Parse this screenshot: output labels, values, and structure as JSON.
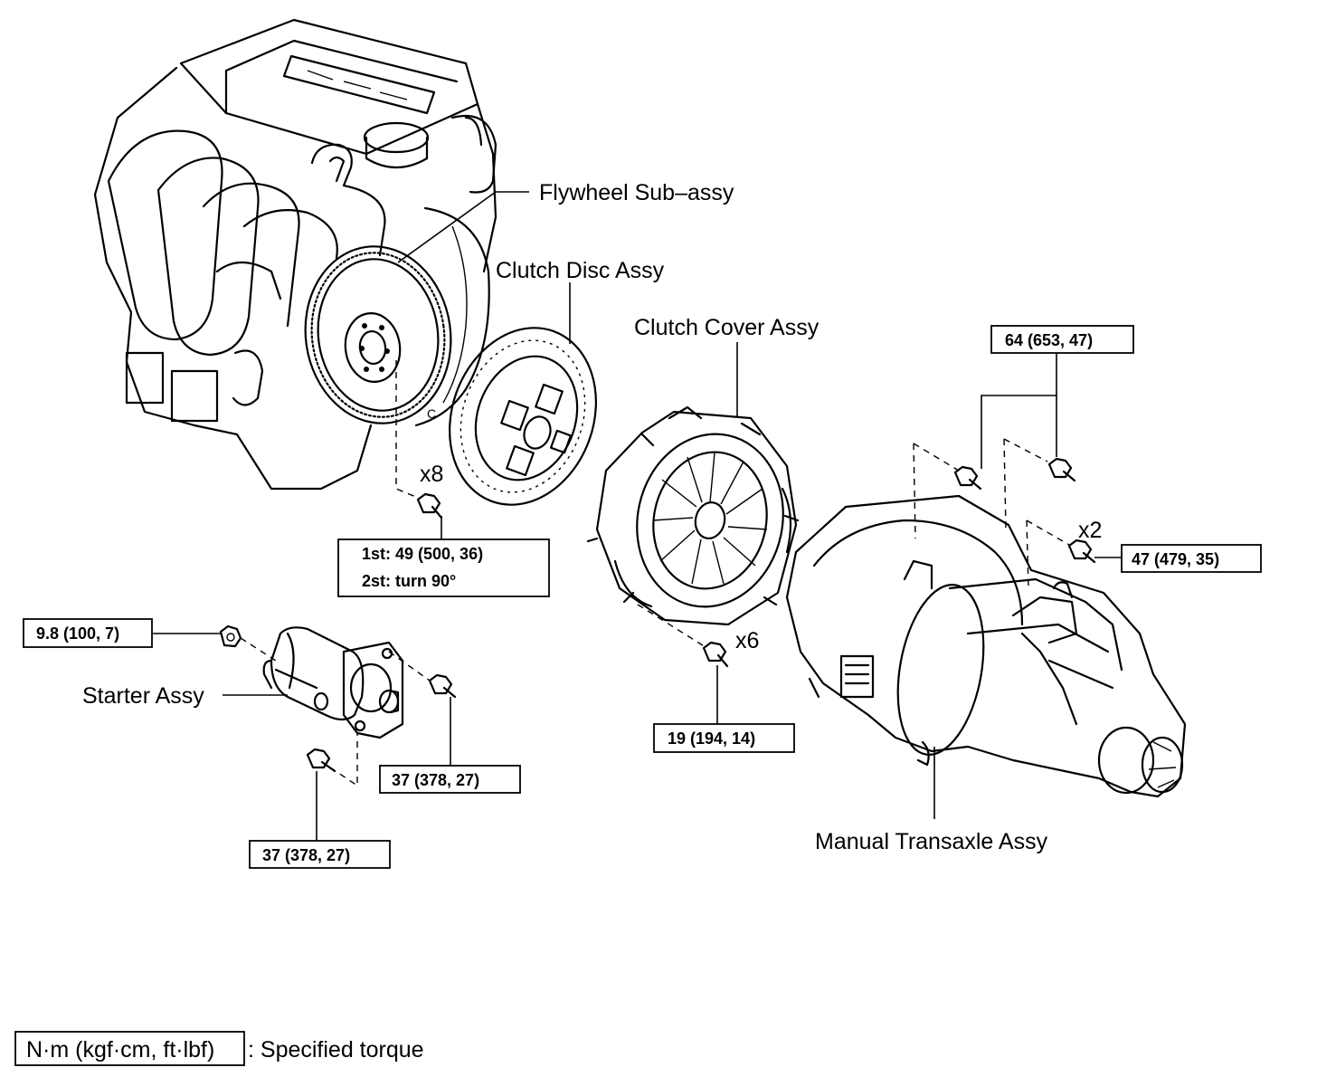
{
  "labels": {
    "flywheel": "Flywheel Sub–assy",
    "clutch_disc": "Clutch Disc Assy",
    "clutch_cover": "Clutch Cover Assy",
    "starter": "Starter Assy",
    "transaxle": "Manual Transaxle Assy"
  },
  "quantities": {
    "flywheel_bolts": "x8",
    "cover_bolts": "x6",
    "transaxle_bolts": "x2"
  },
  "torques": {
    "flywheel_1st": "1st: 49 (500, 36)",
    "flywheel_2nd": "2st: turn 90°",
    "transaxle_upper": "64 (653, 47)",
    "transaxle_side": "47 (479, 35)",
    "starter_nut": "9.8 (100, 7)",
    "starter_bolt_upper": "37 (378, 27)",
    "starter_bolt_lower": "37 (378, 27)",
    "cover_bolts": "19 (194, 14)"
  },
  "legend": {
    "unit_box": "N·m (kgf·cm, ft·lbf)",
    "meaning": ": Specified torque"
  }
}
